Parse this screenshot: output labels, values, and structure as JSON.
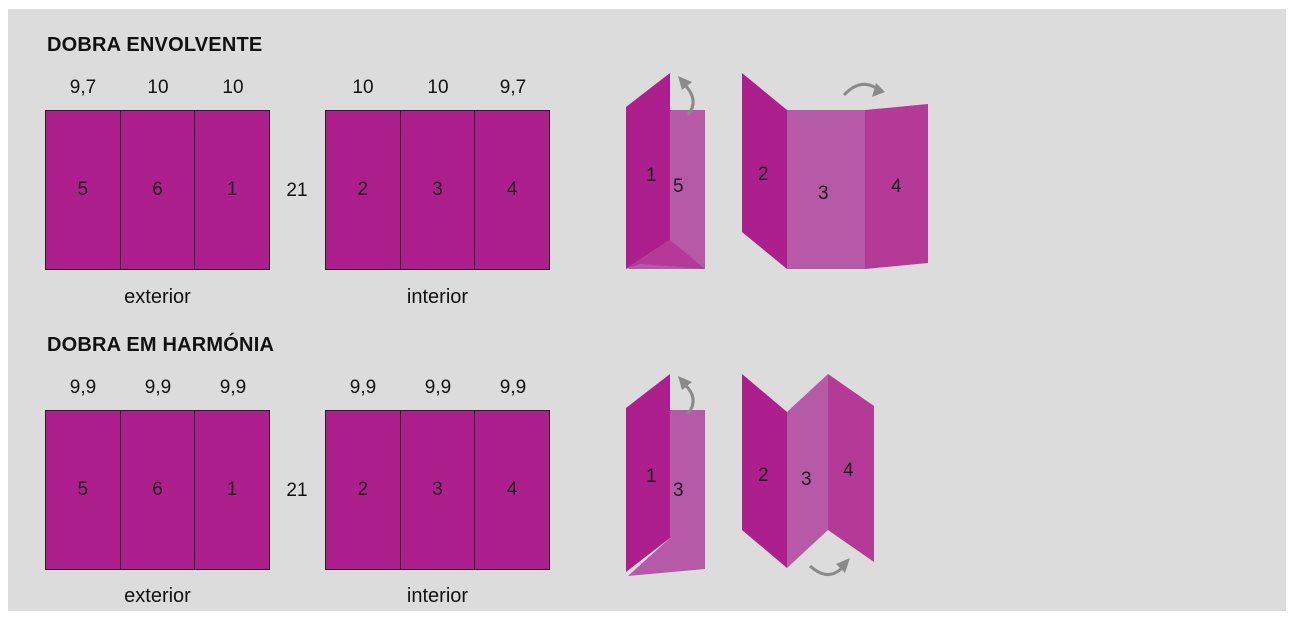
{
  "colors": {
    "background": "#dcdcdc",
    "panel_dark": "#ac1f8c",
    "panel_mid": "#b53a97",
    "panel_light": "#b65aa8",
    "arrow": "#8a8a8a"
  },
  "sections": [
    {
      "title": "DOBRA ENVOLVENTE",
      "height_label": "21",
      "exterior": {
        "widths": [
          "9,7",
          "10",
          "10"
        ],
        "panels": [
          "5",
          "6",
          "1"
        ],
        "caption": "exterior"
      },
      "interior": {
        "widths": [
          "10",
          "10",
          "9,7"
        ],
        "panels": [
          "2",
          "3",
          "4"
        ],
        "caption": "interior"
      },
      "folded_labels": [
        "1",
        "5"
      ],
      "open_labels": [
        "2",
        "3",
        "4"
      ]
    },
    {
      "title": "DOBRA EM HARMÓNIA",
      "height_label": "21",
      "exterior": {
        "widths": [
          "9,9",
          "9,9",
          "9,9"
        ],
        "panels": [
          "5",
          "6",
          "1"
        ],
        "caption": "exterior"
      },
      "interior": {
        "widths": [
          "9,9",
          "9,9",
          "9,9"
        ],
        "panels": [
          "2",
          "3",
          "4"
        ],
        "caption": "interior"
      },
      "folded_labels": [
        "1",
        "3"
      ],
      "open_labels": [
        "2",
        "3",
        "4"
      ]
    }
  ]
}
